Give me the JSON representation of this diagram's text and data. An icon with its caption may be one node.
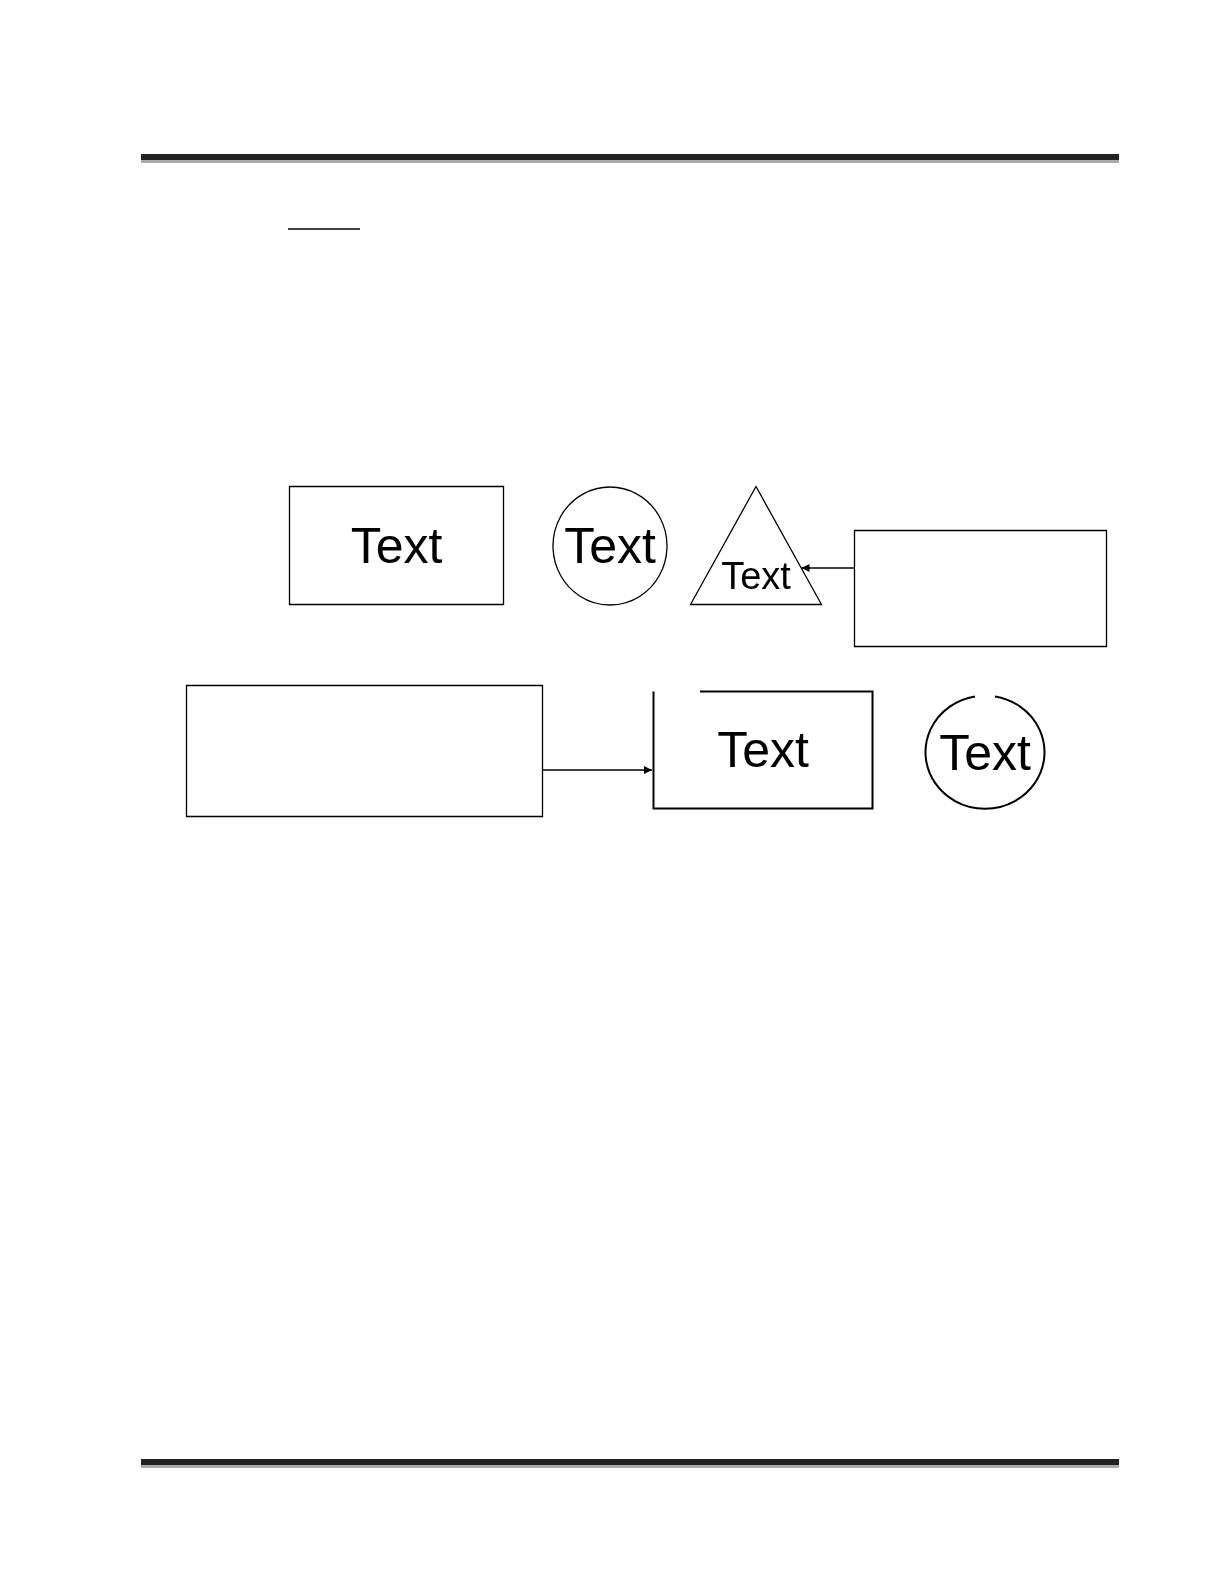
{
  "diagram": {
    "nodes": [
      {
        "text": [
          "Text"
        ]
      },
      {
        "text": [
          "Text"
        ]
      },
      {
        "text": [
          "Text"
        ]
      },
      {
        "text": [],
        "shape": "box"
      },
      {
        "text": [],
        "shape": "box"
      },
      {
        "text": [
          "Text"
        ]
      },
      {
        "text": [
          "Text"
        ]
      }
    ],
    "edges": [
      {
        "from": 3,
        "to": 2,
        "arrow": "to"
      },
      {
        "from": 4,
        "to": 5,
        "arrow": "to"
      }
    ]
  }
}
